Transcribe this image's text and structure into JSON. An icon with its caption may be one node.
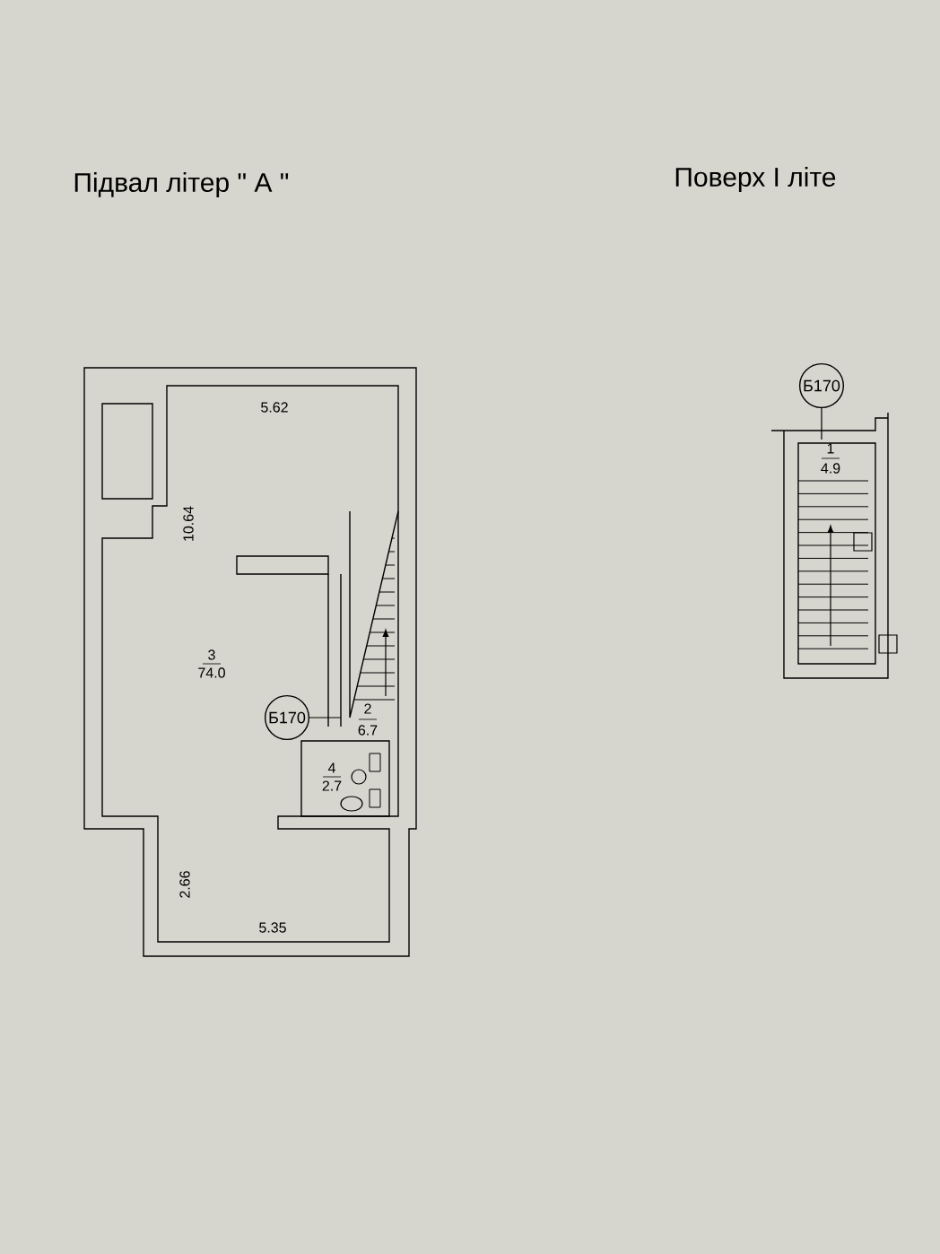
{
  "diagram": {
    "nodes": [
      {
        "text": [
          "Б170"
        ]
      },
      {
        "text": [
          "Б170"
        ]
      }
    ],
    "labels": [
      "Підвал літер \" А \"",
      "Поверх І літе",
      "5.62",
      "10.64",
      "3",
      "74.0",
      "2",
      "6.7",
      "4",
      "2.7",
      "2.66",
      "5.35",
      "1",
      "4.9"
    ]
  }
}
